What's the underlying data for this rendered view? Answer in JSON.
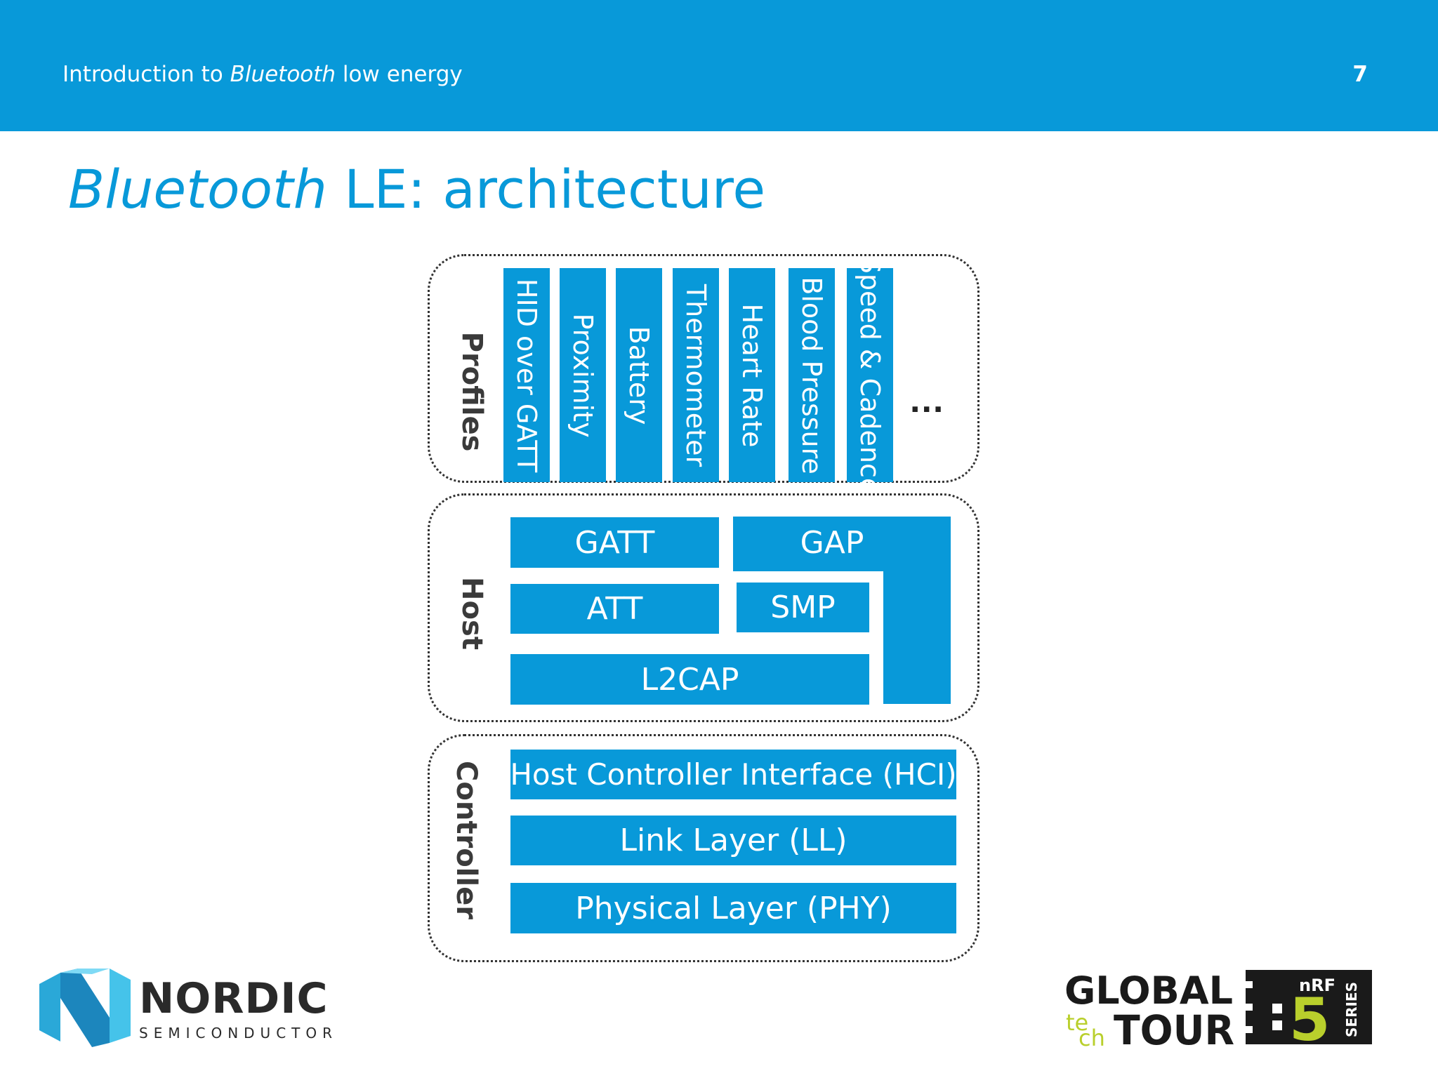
{
  "header": {
    "subtitle_before": "Introduction to ",
    "subtitle_italic": "Bluetooth",
    "subtitle_after": " low energy",
    "page_number": "7"
  },
  "title": {
    "italic": "Bluetooth",
    "rest": " LE: architecture"
  },
  "diagram": {
    "profiles": {
      "label": "Profiles",
      "items": [
        "HID over GATT",
        "Proximity",
        "Battery",
        "Thermometer",
        "Heart Rate",
        "Blood Pressure",
        "Speed & Cadence"
      ],
      "more": "..."
    },
    "host": {
      "label": "Host",
      "gatt": "GATT",
      "gap": "GAP",
      "att": "ATT",
      "smp": "SMP",
      "l2cap": "L2CAP"
    },
    "controller": {
      "label": "Controller",
      "hci": "Host Controller Interface (HCI)",
      "ll": "Link Layer (LL)",
      "phy": "Physical Layer (PHY)"
    }
  },
  "logos": {
    "nordic_name": "NORDIC",
    "nordic_sub": "SEMICONDUCTOR",
    "tour_global": "GLOBAL",
    "tour_tech": "tech",
    "tour_tour": "TOUR",
    "tour_nrf": "nRF",
    "tour_five": "5",
    "tour_series": "SERIES"
  },
  "colors": {
    "accent": "#0899d9",
    "nordic_blue": "#00a9ce",
    "tour_green": "#b9cf2c"
  }
}
